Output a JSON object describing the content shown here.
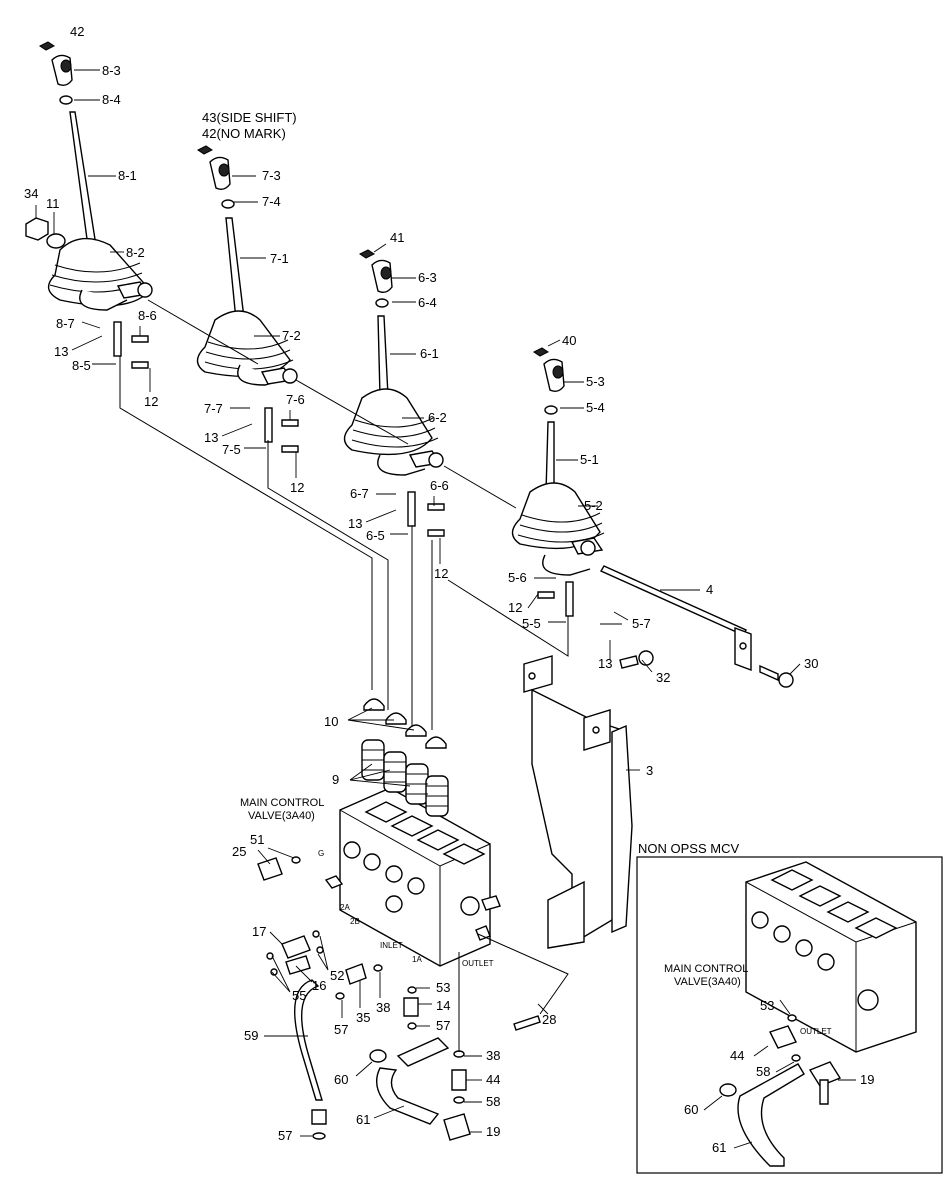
{
  "labels": {
    "l42a": "42",
    "l8_3": "8-3",
    "l8_4": "8-4",
    "l8_1": "8-1",
    "l34": "34",
    "l11": "11",
    "l8_2": "8-2",
    "l8_7": "8-7",
    "l8_6": "8-6",
    "l13a": "13",
    "l8_5": "8-5",
    "l12a": "12",
    "l43": "43(SIDE SHIFT)",
    "l42b": "42(NO MARK)",
    "l7_3": "7-3",
    "l7_4": "7-4",
    "l7_1": "7-1",
    "l7_2": "7-2",
    "l7_7": "7-7",
    "l7_6": "7-6",
    "l13b": "13",
    "l7_5": "7-5",
    "l12b": "12",
    "l41": "41",
    "l6_3": "6-3",
    "l6_4": "6-4",
    "l6_1": "6-1",
    "l6_2": "6-2",
    "l6_7": "6-7",
    "l6_6": "6-6",
    "l13c": "13",
    "l6_5": "6-5",
    "l12c": "12",
    "l40": "40",
    "l5_3": "5-3",
    "l5_4": "5-4",
    "l5_1": "5-1",
    "l5_2": "5-2",
    "l5_6": "5-6",
    "l4": "4",
    "l12d": "12",
    "l5_5": "5-5",
    "l5_7": "5-7",
    "l13d": "13",
    "l32": "32",
    "l30": "30",
    "l10": "10",
    "l9": "9",
    "l3": "3",
    "l25": "25",
    "l51": "51",
    "l17": "17",
    "l55": "55",
    "l16": "16",
    "l52": "52",
    "l35": "35",
    "l38a": "38",
    "l57a": "57",
    "l53a": "53",
    "l14": "14",
    "l57b": "57",
    "l28": "28",
    "l59": "59",
    "l38b": "38",
    "l44a": "44",
    "l58a": "58",
    "l60a": "60",
    "l61a": "61",
    "l19a": "19",
    "l57c": "57",
    "l53b": "53",
    "l44b": "44",
    "l58b": "58",
    "l19b": "19",
    "l60b": "60",
    "l61b": "61"
  },
  "mcv_caption": [
    "MAIN CONTROL",
    "VALVE(3A40)"
  ],
  "inset": {
    "title": "NON OPSS MCV",
    "caption": [
      "MAIN CONTROL",
      "VALVE(3A40)"
    ],
    "outlet": "OUTLET"
  },
  "ports": {
    "g": "G",
    "p2a": "2A",
    "p2b": "2B",
    "inlet": "INLET",
    "p1a": "1A",
    "outlet": "OUTLET"
  }
}
